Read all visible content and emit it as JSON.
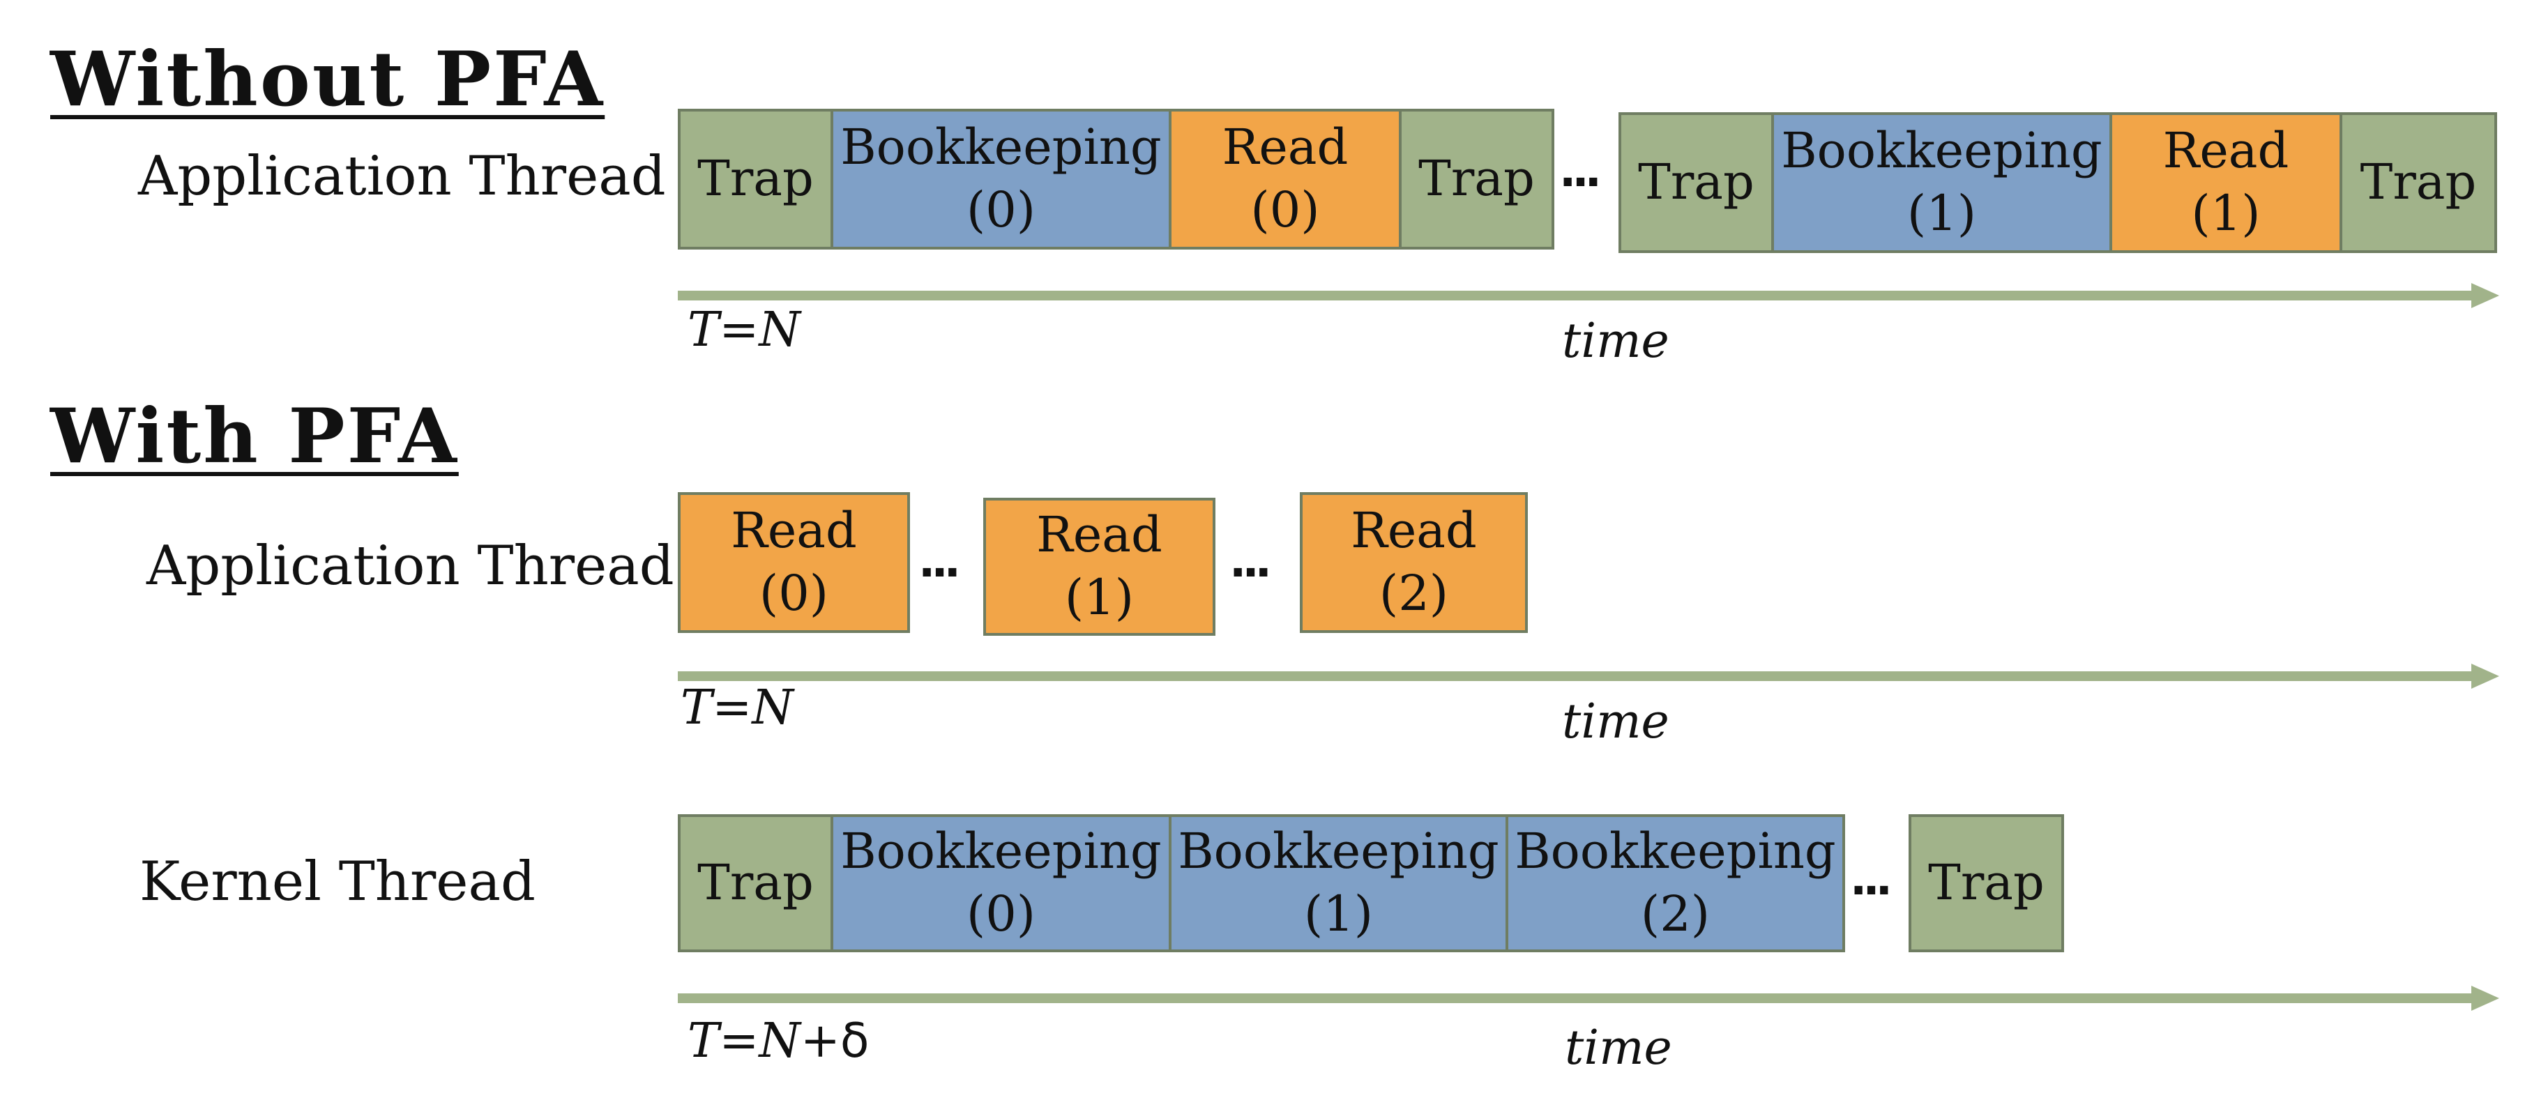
{
  "without_pfa": {
    "heading": "Without PFA",
    "app_thread": {
      "label": "Application Thread",
      "blocks_a": [
        {
          "type": "trap",
          "text": "Trap",
          "sub": ""
        },
        {
          "type": "book",
          "text": "Bookkeeping",
          "sub": "(0)"
        },
        {
          "type": "read",
          "text": "Read",
          "sub": "(0)"
        },
        {
          "type": "trap",
          "text": "Trap",
          "sub": ""
        }
      ],
      "ellipsis": "...",
      "blocks_b": [
        {
          "type": "trap",
          "text": "Trap",
          "sub": ""
        },
        {
          "type": "book",
          "text": "Bookkeeping",
          "sub": "(1)"
        },
        {
          "type": "read",
          "text": "Read",
          "sub": "(1)"
        },
        {
          "type": "trap",
          "text": "Trap",
          "sub": ""
        }
      ]
    },
    "axis": {
      "start_label": "T=N",
      "time_label": "time"
    }
  },
  "with_pfa": {
    "heading": "With PFA",
    "app_thread": {
      "label": "Application Thread",
      "blocks": [
        {
          "type": "read",
          "text": "Read",
          "sub": "(0)"
        },
        {
          "type": "read",
          "text": "Read",
          "sub": "(1)"
        },
        {
          "type": "read",
          "text": "Read",
          "sub": "(2)"
        }
      ],
      "ellipsis": "...",
      "axis": {
        "start_label": "T=N",
        "time_label": "time"
      }
    },
    "kernel_thread": {
      "label": "Kernel Thread",
      "blocks": [
        {
          "type": "trap",
          "text": "Trap",
          "sub": ""
        },
        {
          "type": "book",
          "text": "Bookkeeping",
          "sub": "(0)"
        },
        {
          "type": "book",
          "text": "Bookkeeping",
          "sub": "(1)"
        },
        {
          "type": "book",
          "text": "Bookkeeping",
          "sub": "(2)"
        }
      ],
      "ellipsis": "...",
      "final_block": {
        "type": "trap",
        "text": "Trap",
        "sub": ""
      },
      "axis": {
        "start_label": "T=N+",
        "start_suffix": "δ",
        "time_label": "time"
      }
    }
  },
  "colors": {
    "trap": "#a1b38a",
    "bookkeeping": "#7fa0c7",
    "read": "#f2a548",
    "box_border": "#6f7d62",
    "axis": "#a1b38a"
  }
}
